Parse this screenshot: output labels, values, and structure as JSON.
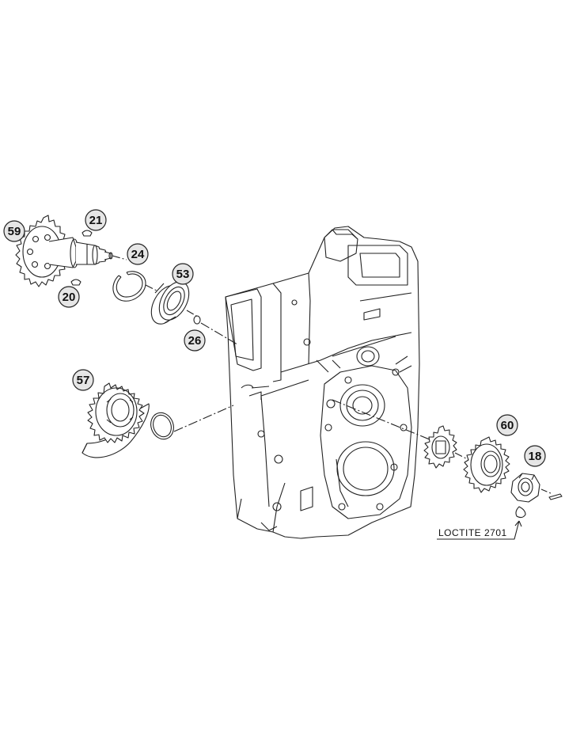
{
  "callouts": {
    "c59": "59",
    "c21": "21",
    "c24": "24",
    "c53": "53",
    "c20": "20",
    "c26": "26",
    "c57": "57",
    "c60": "60",
    "c18": "18"
  },
  "note": "LOCTITE 2701",
  "colors": {
    "line": "#222222",
    "fill": "#ffffff",
    "callout_fill": "#e6e6e6"
  }
}
